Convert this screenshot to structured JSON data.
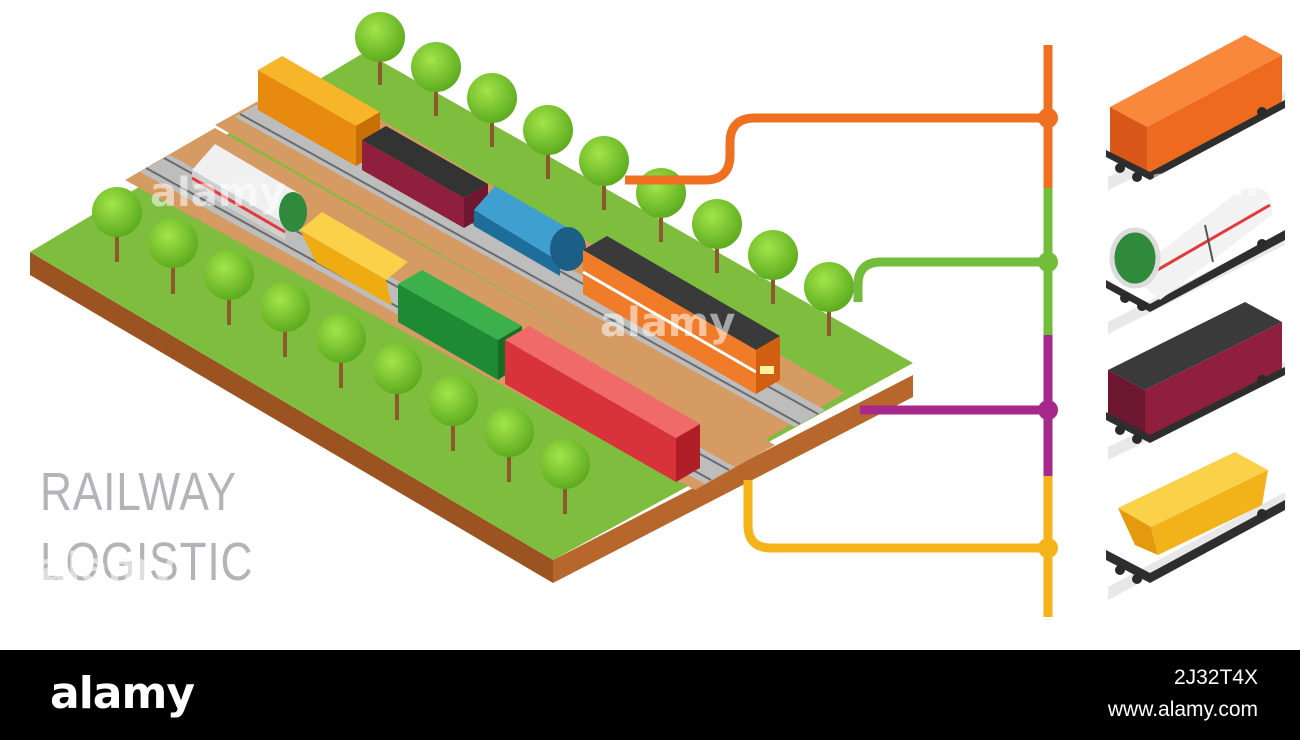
{
  "heading": {
    "line1": "RAILWAY",
    "line2": "LOGISTIC"
  },
  "watermark": {
    "text": "alamy"
  },
  "footer": {
    "logo": "alamy",
    "image_id": "2J32T4X",
    "site": "www.alamy.com"
  },
  "legend_lines": [
    {
      "color": "#f07021",
      "wagon": "container-wagon"
    },
    {
      "color": "#72bd3c",
      "wagon": "tank-wagon"
    },
    {
      "color": "#a6288b",
      "wagon": "coal-gondola-wagon"
    },
    {
      "color": "#f5b31a",
      "wagon": "hopper-wagon"
    }
  ],
  "colors": {
    "grass": "#7fbd3f",
    "soil": "#a35b2a",
    "track_bed": "#d9a070",
    "ballast": "#bfbfbf",
    "tree": "#7ccc2e",
    "heading": "#b1b5ba"
  }
}
